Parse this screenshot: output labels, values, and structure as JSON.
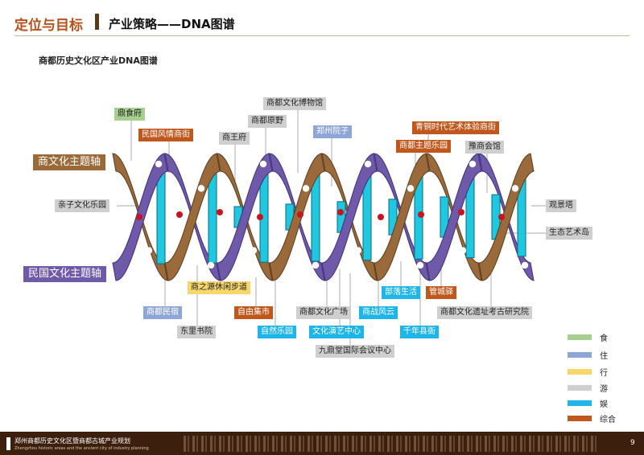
{
  "header": {
    "title": "定位与目标",
    "subtitle": "产业策略——DNA图谱"
  },
  "chart_title": "商都历史文化区产业DNA图谱",
  "axes": {
    "shang": "商文化主题轴",
    "minguo": "民国文化主题轴"
  },
  "colors": {
    "food": "#a6cf8f",
    "stay": "#8ea6d6",
    "walk": "#f7d66c",
    "tour": "#cfcfcf",
    "fun": "#1eb5e8",
    "mix": "#c0581e",
    "strand_brown": "#9a6a3a",
    "strand_purple": "#6e5aa8",
    "rung": "#1fc8e0"
  },
  "labels": [
    {
      "text": "鼎食府",
      "cat": "food"
    },
    {
      "text": "民国风情商街",
      "cat": "mix"
    },
    {
      "text": "商王府",
      "cat": "tour"
    },
    {
      "text": "商都原野",
      "cat": "tour"
    },
    {
      "text": "商都文化博物馆",
      "cat": "tour"
    },
    {
      "text": "郑州院子",
      "cat": "stay"
    },
    {
      "text": "青铜时代艺术体验商街",
      "cat": "mix"
    },
    {
      "text": "商都主题乐园",
      "cat": "mix"
    },
    {
      "text": "豫商会馆",
      "cat": "tour"
    },
    {
      "text": "亲子文化乐园",
      "cat": "tour"
    },
    {
      "text": "观景塔",
      "cat": "tour"
    },
    {
      "text": "生态艺术岛",
      "cat": "tour"
    },
    {
      "text": "商之源休闲步道",
      "cat": "walk"
    },
    {
      "text": "部落生活",
      "cat": "fun"
    },
    {
      "text": "管城驿",
      "cat": "mix"
    },
    {
      "text": "商都民宿",
      "cat": "stay"
    },
    {
      "text": "自由集市",
      "cat": "mix"
    },
    {
      "text": "商都文化广场",
      "cat": "tour"
    },
    {
      "text": "商战风云",
      "cat": "fun"
    },
    {
      "text": "商都文化遗址考古研究院",
      "cat": "tour"
    },
    {
      "text": "东里书院",
      "cat": "tour"
    },
    {
      "text": "自然乐园",
      "cat": "fun"
    },
    {
      "text": "文化演艺中心",
      "cat": "fun"
    },
    {
      "text": "千年县衙",
      "cat": "fun"
    },
    {
      "text": "九鼎堂国际会议中心",
      "cat": "tour"
    }
  ],
  "legend": [
    {
      "label": "食",
      "cat": "food"
    },
    {
      "label": "住",
      "cat": "stay"
    },
    {
      "label": "行",
      "cat": "walk"
    },
    {
      "label": "游",
      "cat": "tour"
    },
    {
      "label": "娱",
      "cat": "fun"
    },
    {
      "label": "综合",
      "cat": "mix"
    }
  ],
  "footer": {
    "cn": "郑州商都历史文化区暨商都古城产业规划",
    "en": "Zhengzhou historic areas and the ancient city of industry planning",
    "page": "9"
  }
}
